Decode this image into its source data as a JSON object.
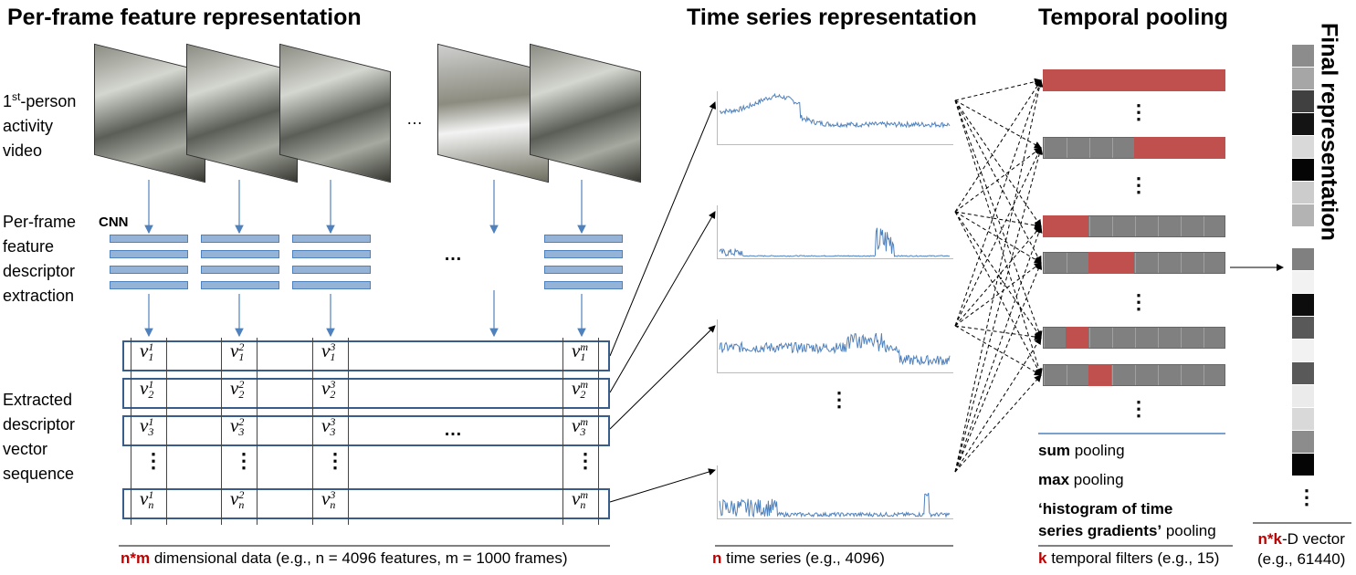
{
  "sections": {
    "per_frame": "Per-frame feature representation",
    "time_series": "Time series representation",
    "temporal_pooling": "Temporal pooling",
    "final": "Final representation"
  },
  "labels": {
    "video_prefix": "1",
    "video_sup": "st",
    "video_rest": "-person",
    "video_line2": "activity",
    "video_line3": "video",
    "cnn_line1": "Per-frame",
    "cnn_line2": "feature",
    "cnn_line3": "descriptor",
    "cnn_line4": "extraction",
    "cnn": "CNN",
    "seq_line1": "Extracted",
    "seq_line2": "descriptor",
    "seq_line3": "vector",
    "seq_line4": "sequence"
  },
  "vectors": {
    "v": "v",
    "cols": [
      "1",
      "2",
      "3",
      "m"
    ],
    "rows": [
      "1",
      "2",
      "3",
      "n"
    ]
  },
  "ellipsis": "…",
  "vdots": "⋮",
  "pooling": {
    "sum_bold": "sum",
    "max_bold": "max",
    "hist_bold1": "‘histogram of time",
    "hist_bold2": "series gradients’",
    "pooling_word": " pooling"
  },
  "captions": {
    "matrix_red": "n*m",
    "matrix_rest": " dimensional data (e.g., n = 4096 features, m = 1000 frames)",
    "ts_red": "n",
    "ts_rest": " time series (e.g., 4096)",
    "filters_red": "k",
    "filters_rest": " temporal filters (e.g., 15)",
    "final_red": "n*k",
    "final_rest": "-D vector",
    "final_line2": "(e.g., 61440)"
  },
  "colors": {
    "accent_red": "#c00000",
    "pool_red": "#c0504d",
    "pool_gray": "#808080",
    "cnn_fill": "#95b3d7",
    "matrix_border": "#385d8a",
    "series_line": "#4f81bd"
  },
  "pool_bars": [
    {
      "start": 0,
      "end": 1
    },
    {
      "start": 0.5,
      "end": 1
    },
    {
      "start": 0,
      "end": 0.25
    },
    {
      "start": 0.25,
      "end": 0.5
    },
    {
      "start": 0.125,
      "end": 0.25
    },
    {
      "start": 0.25,
      "end": 0.375
    }
  ],
  "final_vector_gray_levels": [
    0.55,
    0.65,
    0.25,
    0.08,
    0.85,
    0.02,
    0.8,
    0.7,
    0.5,
    0.95,
    0.05,
    0.35,
    0.95,
    0.35,
    0.92,
    0.85,
    0.55,
    0.02
  ]
}
